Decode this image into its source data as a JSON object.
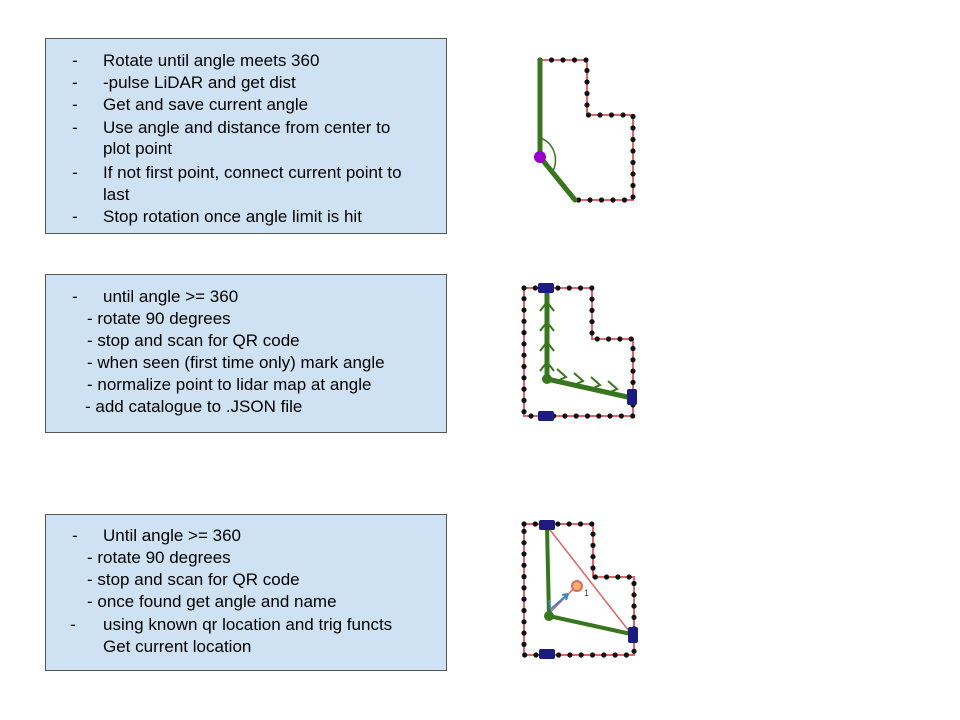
{
  "steps": [
    {
      "items": [
        {
          "dash": "-",
          "text": "Rotate until angle meets 360"
        },
        {
          "dash": "-",
          "text": "-pulse LiDAR and get dist"
        },
        {
          "dash": "-",
          "text": "Get and save current angle"
        },
        {
          "dash": "-",
          "text": "Use angle and distance from center to"
        },
        {
          "dash": "",
          "text": "plot point"
        },
        {
          "dash": "-",
          "text": "If not first point, connect current point to"
        },
        {
          "dash": "",
          "text": "last"
        },
        {
          "dash": "-",
          "text": "Stop rotation once angle limit is hit"
        }
      ]
    },
    {
      "items": [
        {
          "dash": "-",
          "text": "until angle >= 360"
        },
        {
          "dash": "",
          "text": "-  rotate 90 degrees"
        },
        {
          "dash": "",
          "text": "-  stop and scan for QR code"
        },
        {
          "dash": "",
          "text": "-  when seen (first time only) mark angle"
        },
        {
          "dash": "",
          "text": "-  normalize point to lidar map at angle"
        },
        {
          "dash": "",
          "text": "- add catalogue to .JSON file"
        }
      ]
    },
    {
      "items": [
        {
          "dash": "-",
          "text": "Until angle >= 360"
        },
        {
          "dash": "",
          "text": "-  rotate 90 degrees"
        },
        {
          "dash": "",
          "text": "-  stop and scan for QR code"
        },
        {
          "dash": "",
          "text": "-  once found get angle and name"
        },
        {
          "dash": "-",
          "text": "using known qr location and trig functs"
        },
        {
          "dash": "",
          "text": "Get current location"
        }
      ]
    }
  ],
  "figure3": {
    "point_label": "1"
  },
  "colors": {
    "box_fill": "#cfe2f3",
    "wall_line": "#e06666",
    "wall_dot": "#111111",
    "scan_path": "#38761d",
    "lidar_point": "#9900cc",
    "qr_marker": "#1c1c80",
    "heading_arrow": "#3d85c6",
    "estimate_point": "#f6b26b"
  }
}
